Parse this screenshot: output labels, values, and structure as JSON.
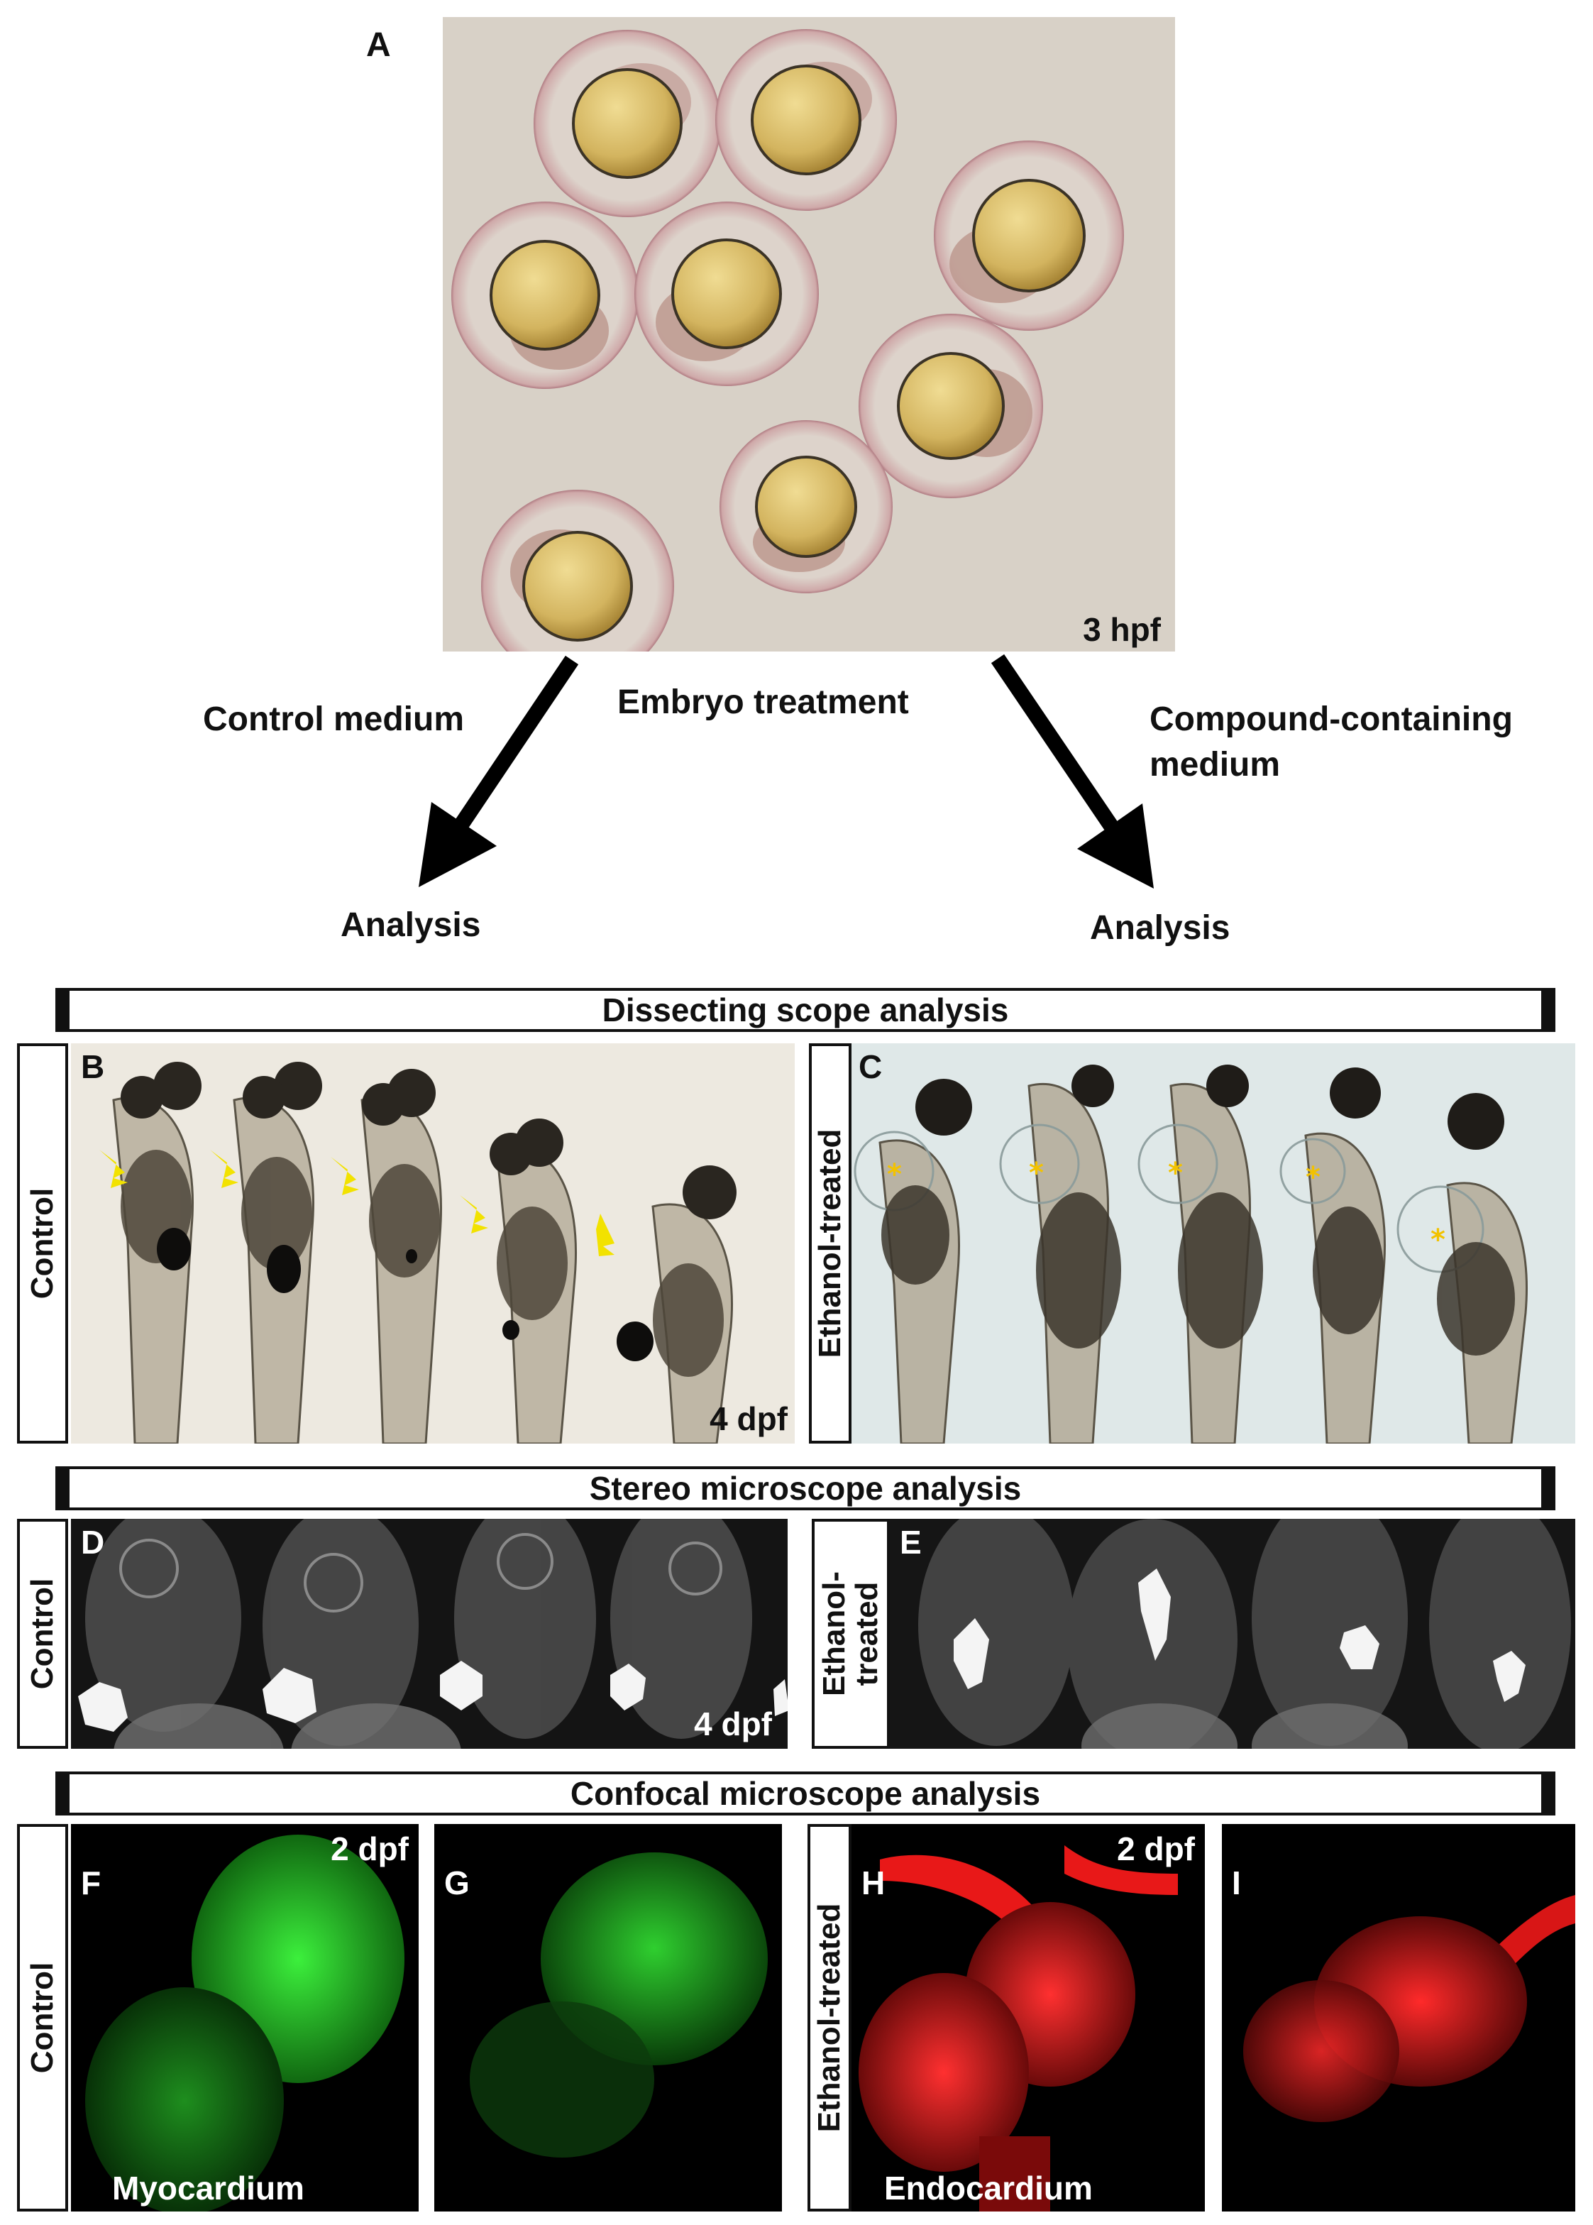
{
  "panel_a": {
    "letter": "A",
    "stage": "3 hpf"
  },
  "flow": {
    "center_label": "Embryo treatment",
    "left_label": "Control medium",
    "right_label_line1": "Compound-containing",
    "right_label_line2": "medium",
    "left_result": "Analysis",
    "right_result": "Analysis"
  },
  "dissecting": {
    "banner": "Dissecting scope analysis",
    "control_side": "Control",
    "treated_side": "Ethanol-treated",
    "panel_b": "B",
    "panel_c": "C",
    "stage": "4 dpf"
  },
  "stereo": {
    "banner": "Stereo microscope analysis",
    "control_side": "Control",
    "treated_side_line1": "Ethanol-",
    "treated_side_line2": "treated",
    "panel_d": "D",
    "panel_e": "E",
    "stage": "4 dpf"
  },
  "confocal": {
    "banner": "Confocal microscope analysis",
    "control_side": "Control",
    "treated_side": "Ethanol-treated",
    "panel_f": "F",
    "panel_g": "G",
    "panel_h": "H",
    "panel_i": "I",
    "stage_f": "2 dpf",
    "stage_h": "2 dpf",
    "label_f": "Myocardium",
    "label_h": "Endocardium"
  },
  "colors": {
    "embryo_bg": "#d9d2c8",
    "yolk": "#d6b96a",
    "arrow_yellow": "#f5e000",
    "myocardium_green": "#2fd82f",
    "endocardium_red": "#ff2020"
  }
}
